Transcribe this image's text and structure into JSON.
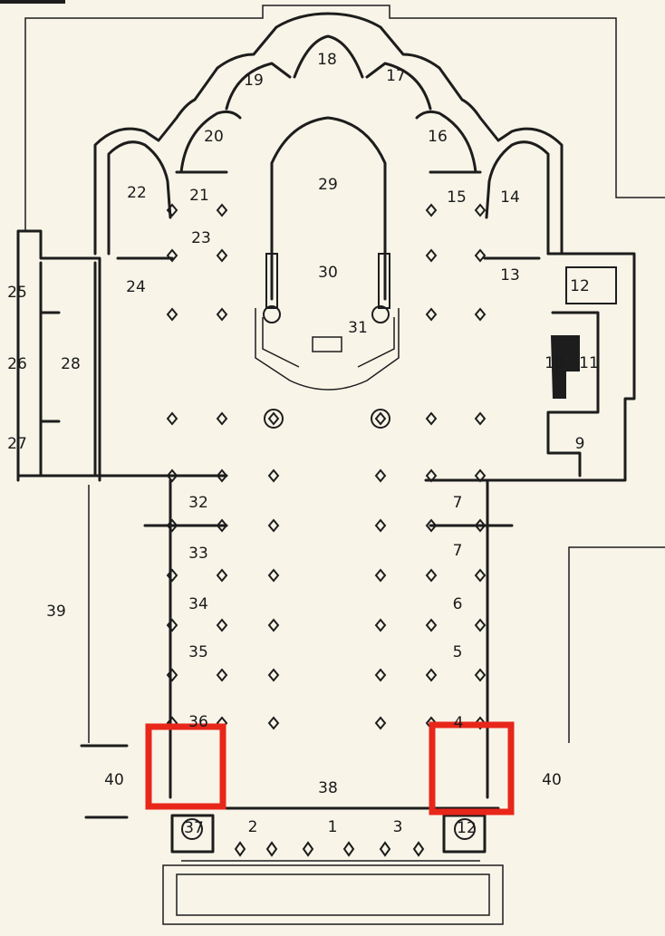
{
  "diagram": {
    "labels": [
      "1",
      "2",
      "3",
      "4",
      "5",
      "6",
      "7",
      "7",
      "9",
      "10",
      "11",
      "12",
      "12",
      "13",
      "14",
      "15",
      "16",
      "17",
      "18",
      "19",
      "20",
      "21",
      "22",
      "23",
      "24",
      "25",
      "26",
      "27",
      "28",
      "29",
      "30",
      "31",
      "32",
      "33",
      "34",
      "35",
      "36",
      "37",
      "38",
      "39",
      "40",
      "40"
    ]
  },
  "highlights": {
    "color": "#e8261a"
  },
  "colors": {
    "background": "#f8f4e8",
    "ink": "#1d1d1d"
  }
}
